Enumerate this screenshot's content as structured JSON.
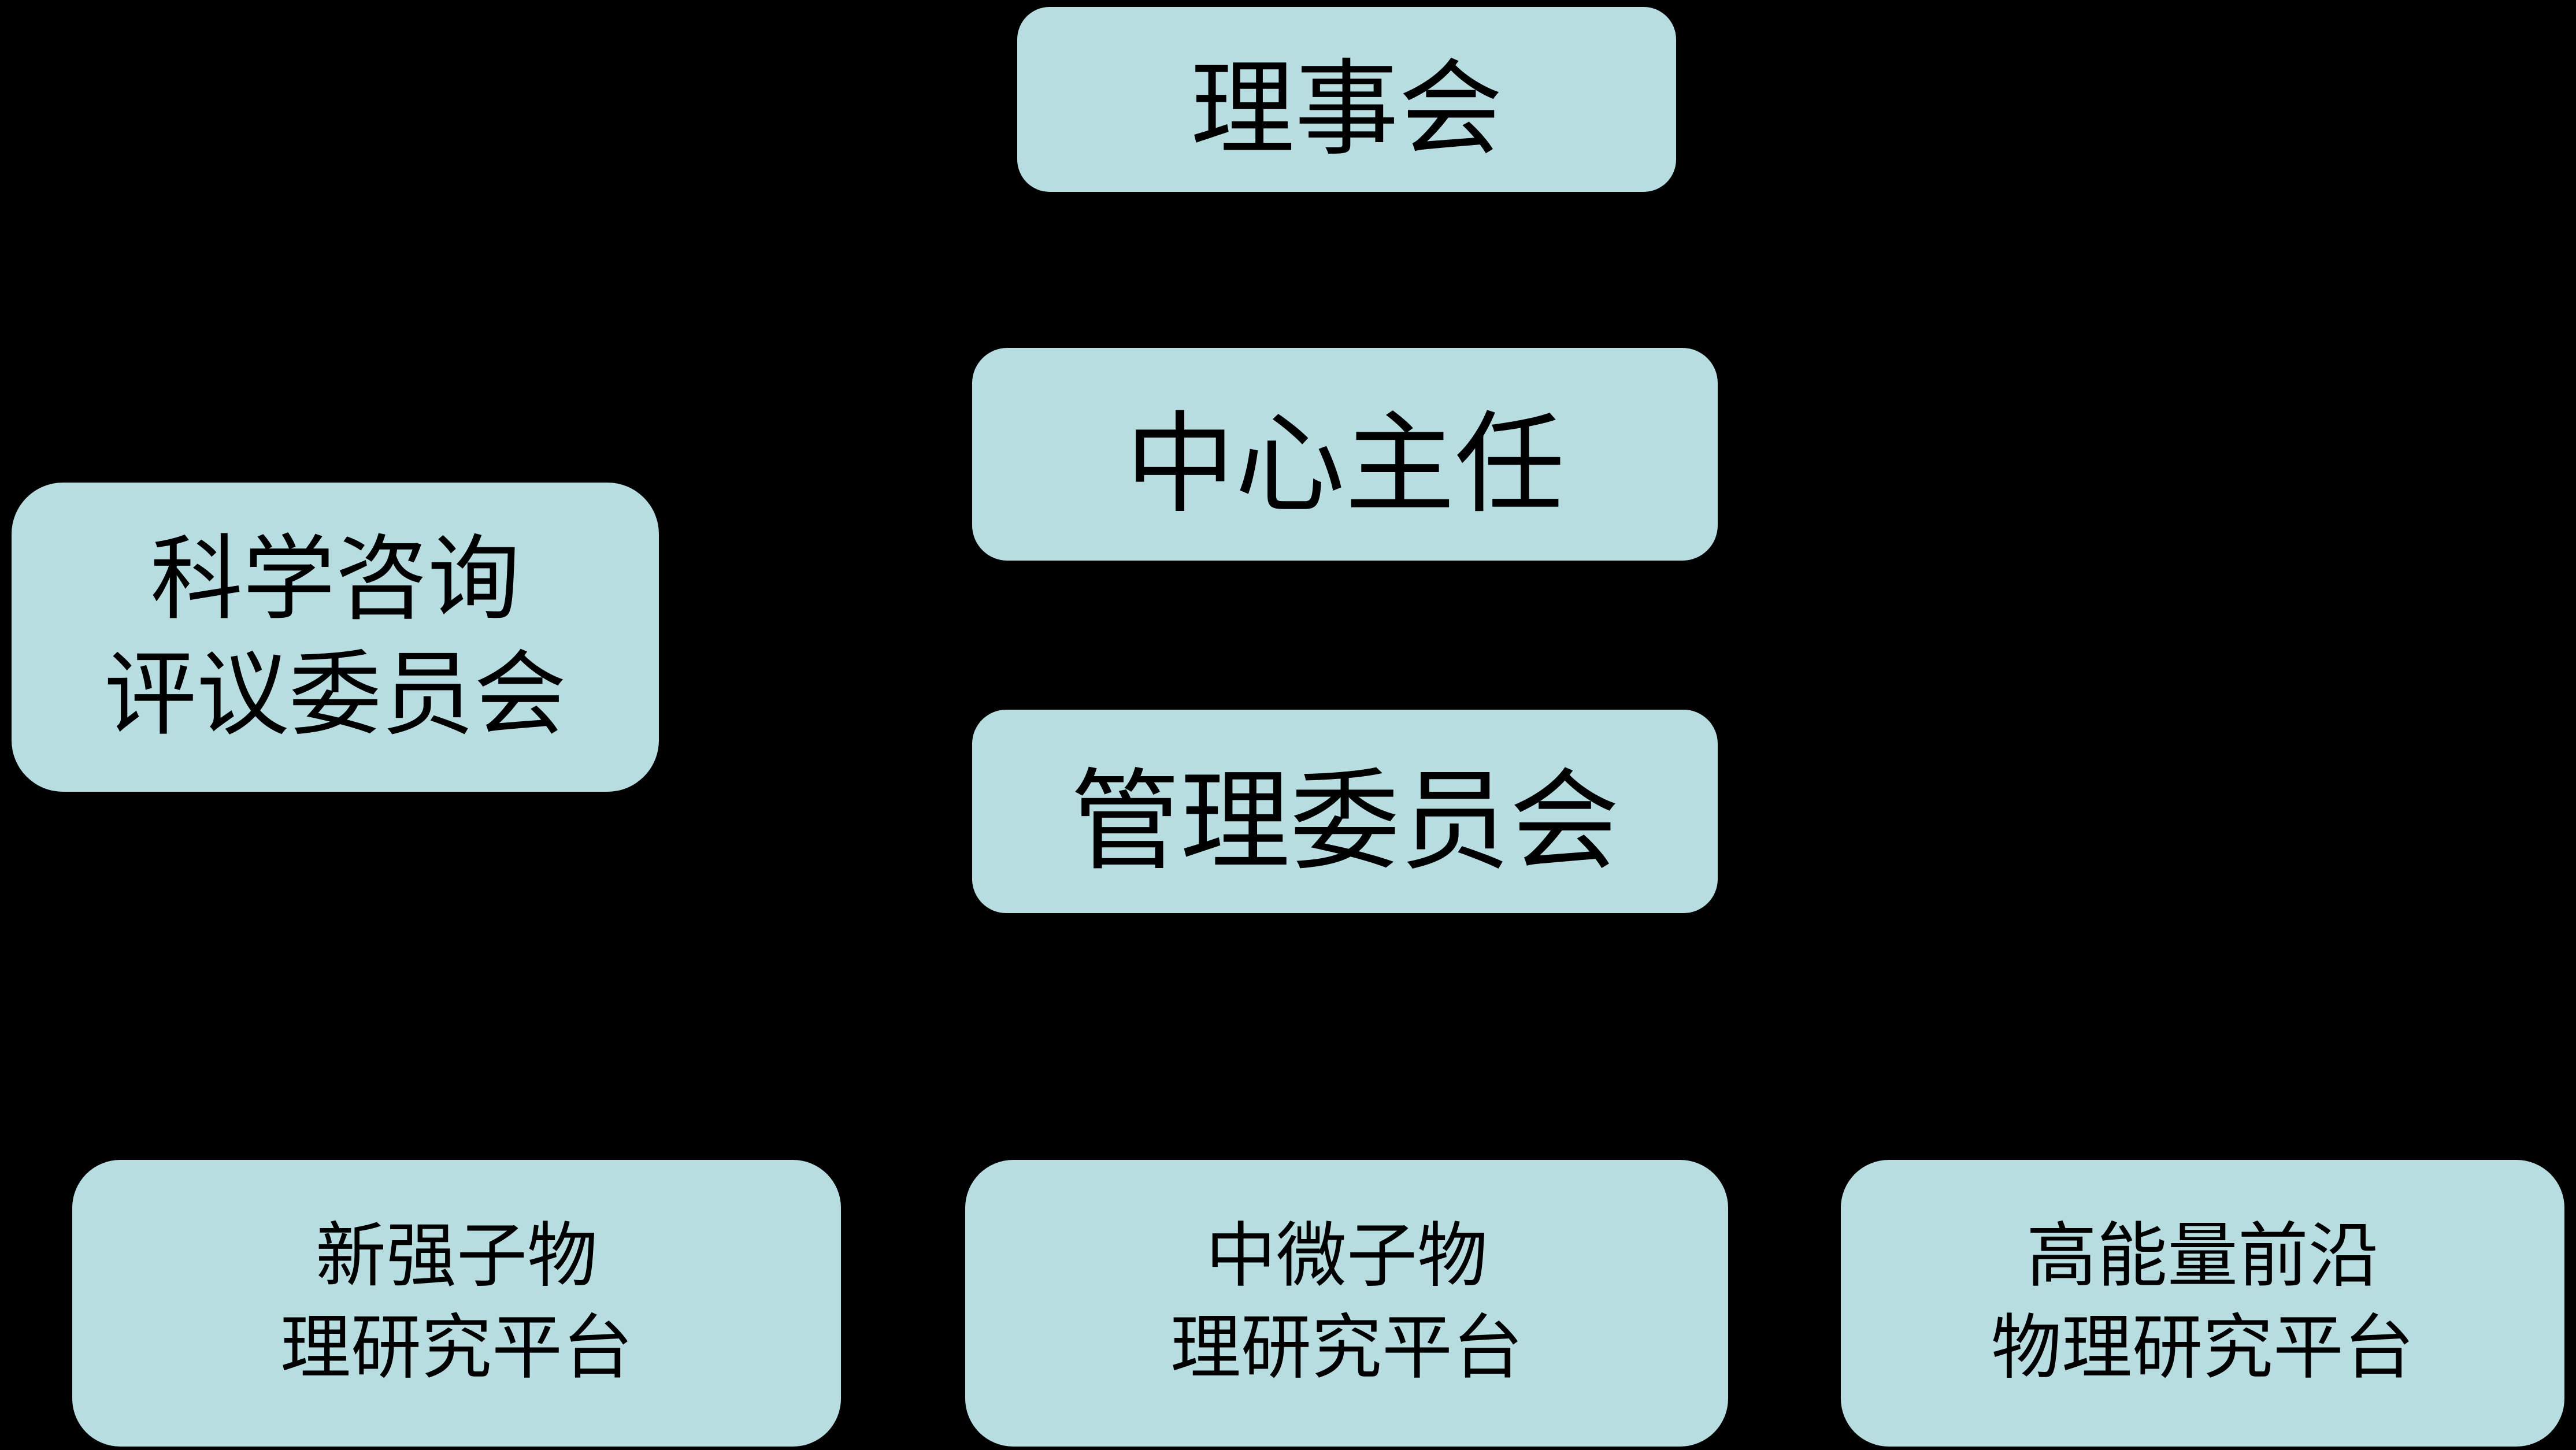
{
  "canvas": {
    "background_color": "#000000",
    "node_fill_color": "#b8dde1",
    "node_text_color": "#000000"
  },
  "org_chart": {
    "nodes": {
      "board": {
        "line1": "理事会"
      },
      "director": {
        "line1": "中心主任"
      },
      "advisory": {
        "line1": "科学咨询",
        "line2": "评议委员会"
      },
      "management": {
        "line1": "管理委员会"
      },
      "platform_hadron": {
        "line1": "新强子物",
        "line2": "理研究平台"
      },
      "platform_neutrino": {
        "line1": "中微子物",
        "line2": "理研究平台"
      },
      "platform_frontier": {
        "line1": "高能量前沿",
        "line2": "物理研究平台"
      }
    }
  }
}
